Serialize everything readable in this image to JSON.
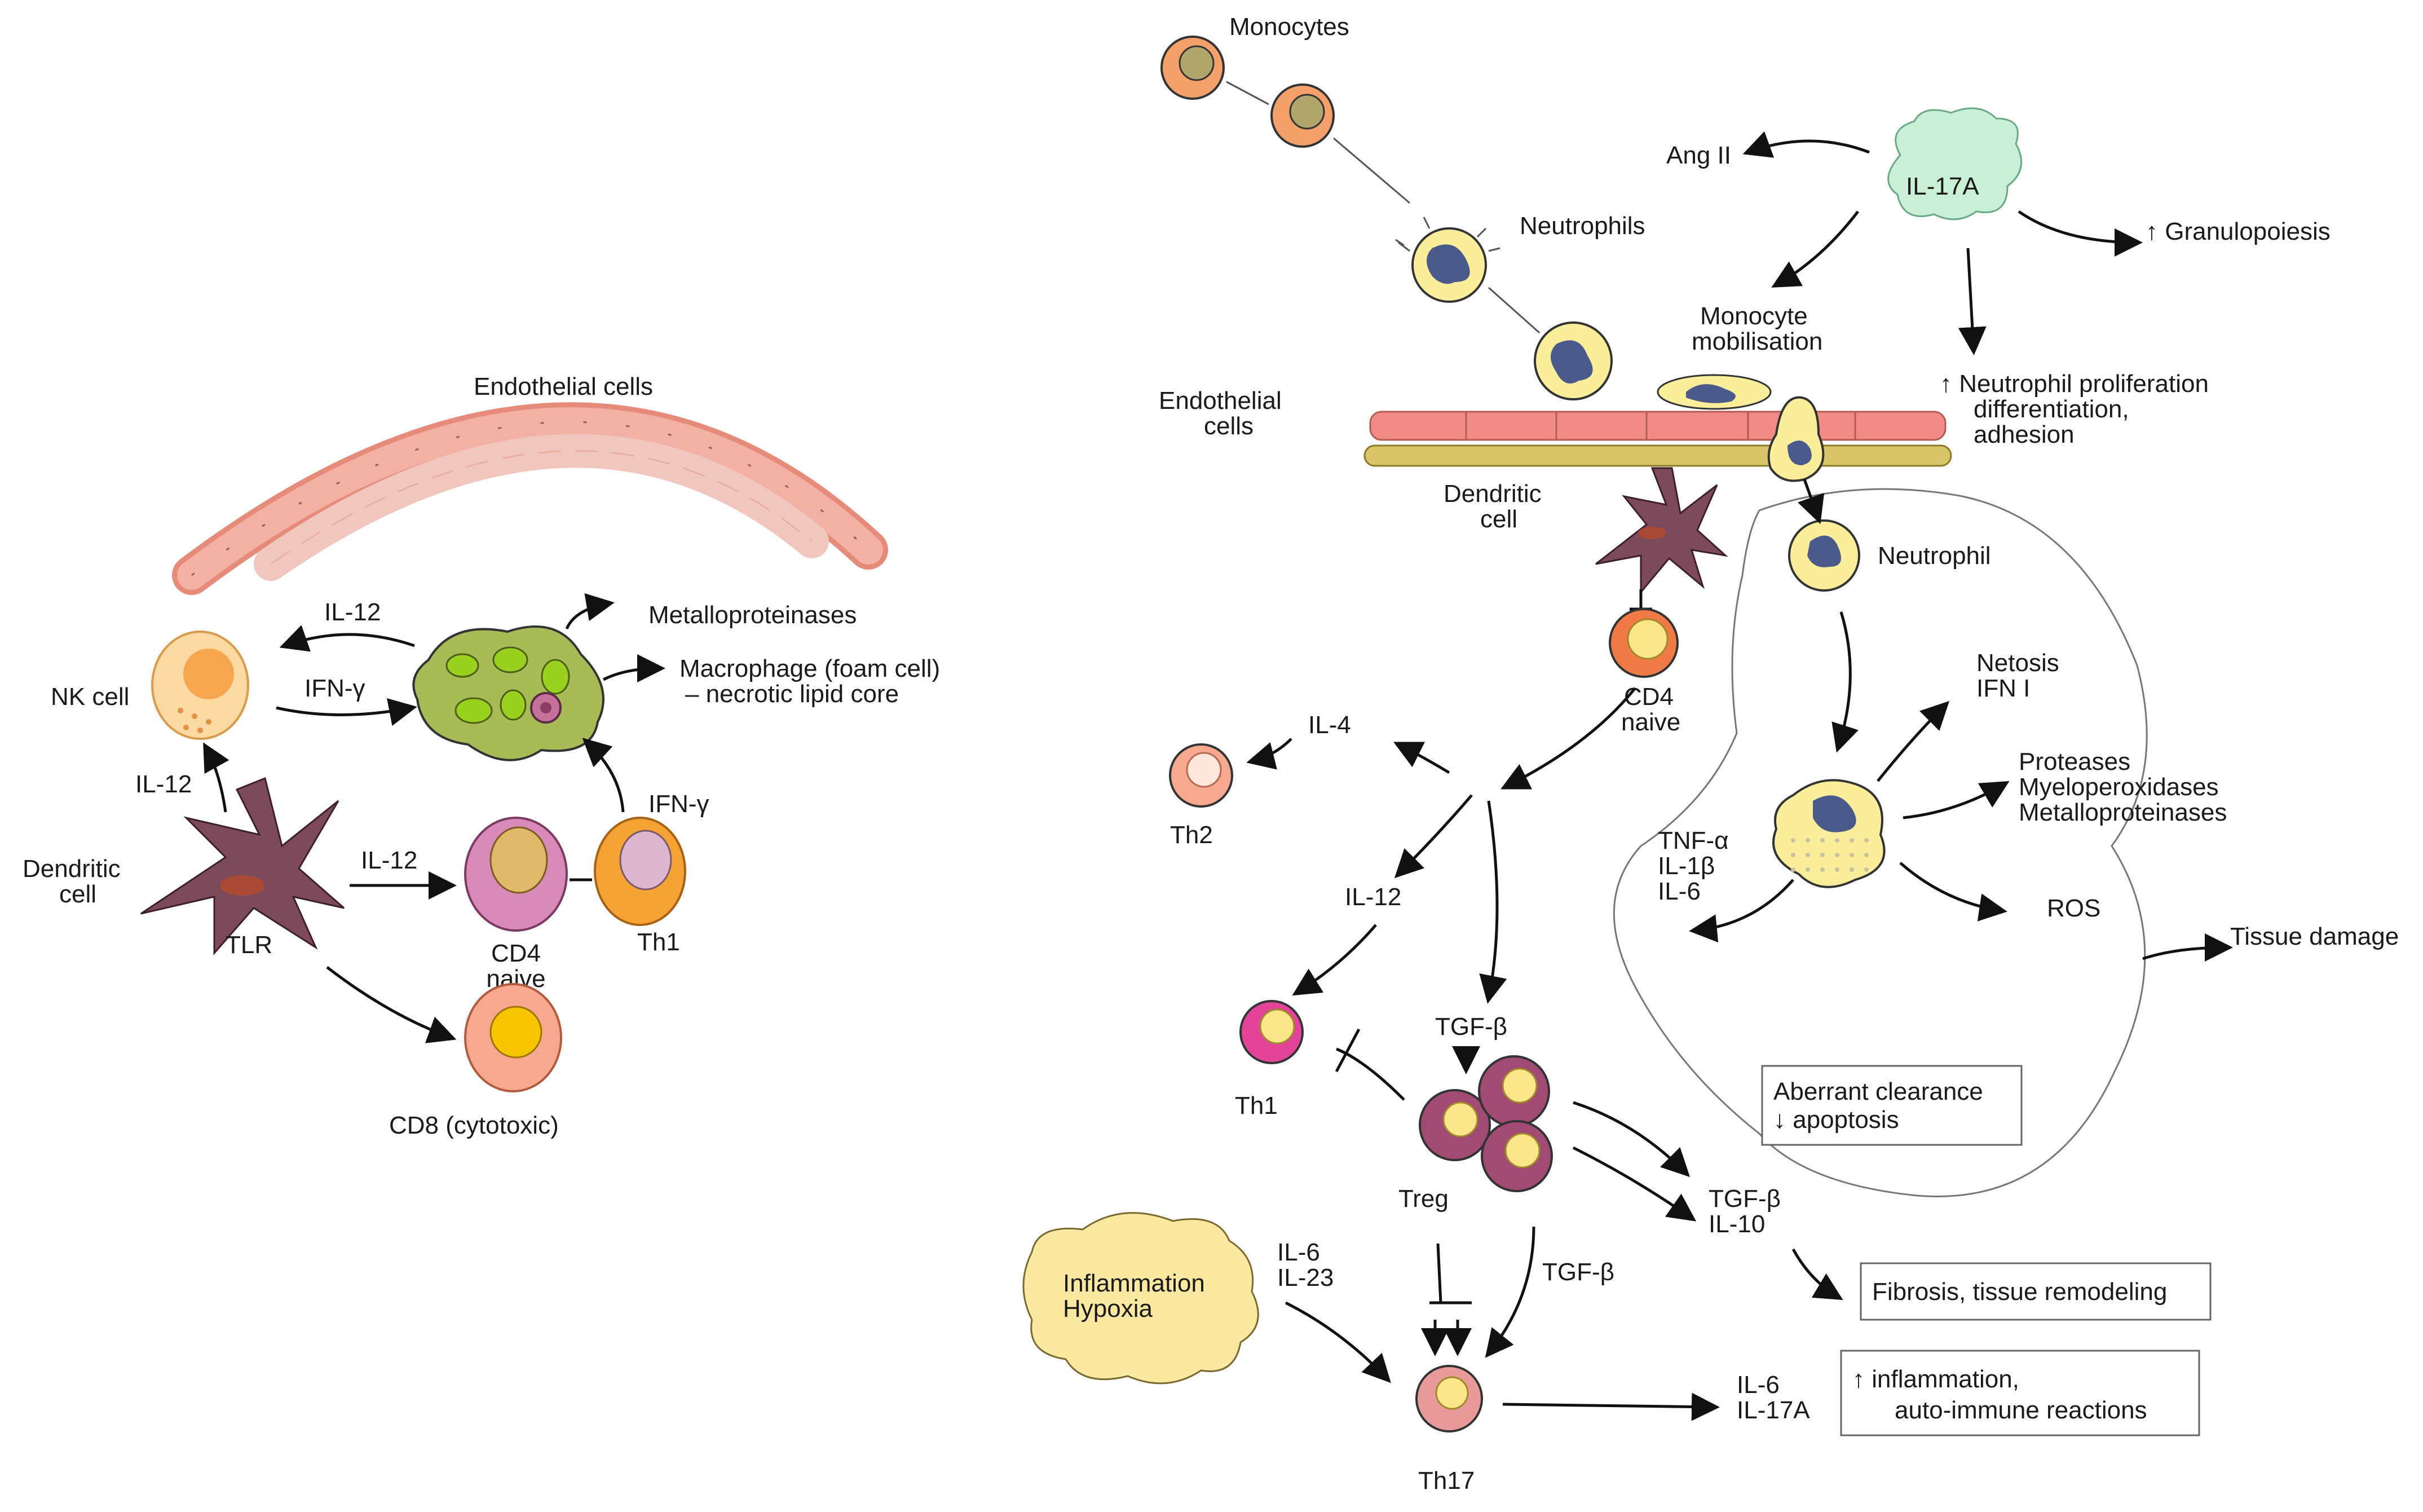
{
  "left_panel": {
    "endothelial": "Endothelial cells",
    "il12_top": "IL-12",
    "metalloproteinases": "Metalloproteinases",
    "nk_cell": "NK cell",
    "ifn_gamma_left": "IFN-γ",
    "macrophage_line1": "Macrophage (foam cell)",
    "macrophage_line2": "– necrotic lipid core",
    "il12_nk": "IL-12",
    "ifn_gamma_th1": "IFN-γ",
    "dendritic_line1": "Dendritic",
    "dendritic_line2": "cell",
    "il12_cd4": "IL-12",
    "tlr": "TLR",
    "cd4_line1": "CD4",
    "cd4_line2": "naive",
    "th1": "Th1",
    "cd8": "CD8 (cytotoxic)"
  },
  "right_panel": {
    "monocytes": "Monocytes",
    "ang2": "Ang II",
    "il17a": "IL-17A",
    "neutrophils": "Neutrophils",
    "granulopoiesis": "↑ Granulopoiesis",
    "monocyte_mob_line1": "Monocyte",
    "monocyte_mob_line2": "mobilisation",
    "neutro_prolif_line1": "↑ Neutrophil proliferation",
    "neutro_prolif_line2": "differentiation,",
    "neutro_prolif_line3": "adhesion",
    "endothelial_line1": "Endothelial",
    "endothelial_line2": "cells",
    "dendritic_line1": "Dendritic",
    "dendritic_line2": "cell",
    "neutrophil": "Neutrophil",
    "cd4_line1": "CD4",
    "cd4_line2": "naive",
    "il4": "IL-4",
    "netosis": "Netosis",
    "ifn1": "IFN I",
    "th2": "Th2",
    "proteases": "Proteases",
    "myeloperoxidases": "Myeloperoxidases",
    "metalloproteinases": "Metalloproteinases",
    "tnf_alpha": "TNF-α",
    "il1b": "IL-1β",
    "il6_cluster": "IL-6",
    "il12": "IL-12",
    "ros": "ROS",
    "tissue_damage": "Tissue damage",
    "tgfb_top": "TGF-β",
    "th1": "Th1",
    "aberrant_line1": "Aberrant clearance",
    "aberrant_line2": "↓ apoptosis",
    "treg": "Treg",
    "tgfb_right": "TGF-β",
    "il10": "IL-10",
    "il6_left": "IL-6",
    "il23": "IL-23",
    "inflammation": "Inflammation",
    "hypoxia": "Hypoxia",
    "tgfb_lower": "TGF-β",
    "fibrosis": "Fibrosis, tissue remodeling",
    "il6_bottom": "IL-6",
    "il17a_bottom": "IL-17A",
    "inflam_line1": "↑ inflammation,",
    "inflam_line2": "auto-immune reactions",
    "th17": "Th17"
  }
}
